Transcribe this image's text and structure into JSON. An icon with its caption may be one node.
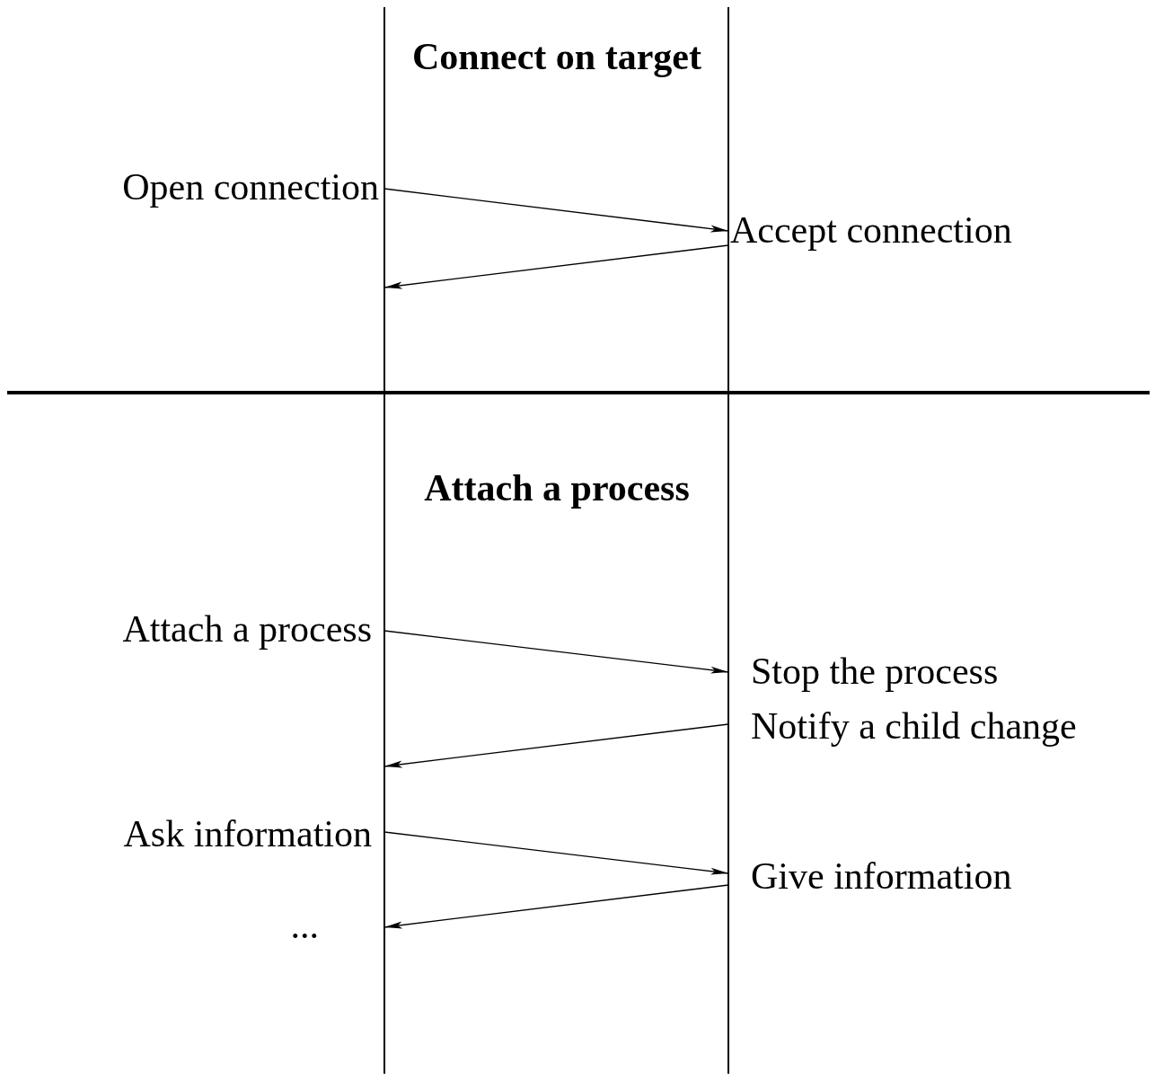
{
  "diagram": {
    "nodes": [
      {
        "text": [
          "Open connection"
        ]
      },
      {
        "text": [
          "Accept connection"
        ]
      },
      {
        "text": [
          "Attach a process"
        ]
      },
      {
        "text": [
          "Stop the process"
        ]
      },
      {
        "text": [
          "Notify a child change"
        ]
      },
      {
        "text": [
          "Ask information"
        ]
      },
      {
        "text": [
          "Give information"
        ]
      },
      {
        "text": [
          "..."
        ]
      }
    ],
    "edges": [
      {
        "from": 0,
        "to": 1,
        "arrow": "to"
      },
      {
        "from": 1,
        "to": null,
        "arrow": "to"
      },
      {
        "from": 2,
        "to": 3,
        "arrow": "to"
      },
      {
        "from": 4,
        "to": null,
        "arrow": "to"
      },
      {
        "from": 5,
        "to": 6,
        "arrow": "to"
      },
      {
        "from": 6,
        "to": 7,
        "arrow": "to"
      }
    ],
    "labels": [
      "Connect on target",
      "Attach a process"
    ]
  }
}
